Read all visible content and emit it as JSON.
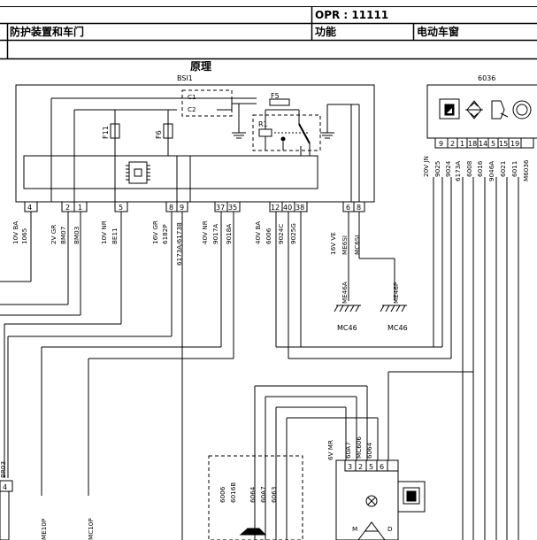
{
  "header": {
    "opr_label": "OPR : 11111",
    "section": "防护装置和车门",
    "category": "功能",
    "function_name": "电动车窗"
  },
  "diagram": {
    "title": "原理",
    "main_module": "BSI1",
    "right_module": "6036",
    "fuses": [
      "F11",
      "F6",
      "F5"
    ],
    "relay": "R1",
    "relay_contacts": [
      "C1",
      "C2"
    ],
    "grounds": [
      {
        "code": "ME46A",
        "label": "MC46"
      },
      {
        "code": "ME46P",
        "label": "MC46"
      }
    ],
    "bsi_pins": [
      {
        "pin": "4",
        "wire": "1065",
        "conn": "10V BA"
      },
      {
        "pin": "2",
        "wire": "BM07",
        "conn": "2V GR"
      },
      {
        "pin": "1",
        "wire": "BM03",
        "conn": ""
      },
      {
        "pin": "5",
        "wire": "BE11",
        "conn": "10V NR"
      },
      {
        "pin": "8",
        "wire": "6182P",
        "conn": "16V GR"
      },
      {
        "pin": "9",
        "wire": "6173A/6173B",
        "conn": ""
      },
      {
        "pin": "37",
        "wire": "9017A",
        "conn": "40V NR"
      },
      {
        "pin": "35",
        "wire": "9018A",
        "conn": ""
      },
      {
        "pin": "12",
        "wire": "6006",
        "conn": "40V BA"
      },
      {
        "pin": "40",
        "wire": "9024C",
        "conn": ""
      },
      {
        "pin": "38",
        "wire": "9025G",
        "conn": ""
      },
      {
        "pin": "6",
        "wire": "ME6SI",
        "conn": "16V VE"
      },
      {
        "pin": "8",
        "wire": "MC6SI",
        "conn": ""
      }
    ],
    "right_pins": [
      {
        "pin": "9",
        "wire": "9025"
      },
      {
        "pin": "2",
        "wire": "9024"
      },
      {
        "pin": "1",
        "wire": "6173A"
      },
      {
        "pin": "18",
        "wire": "6008"
      },
      {
        "pin": "14",
        "wire": "6016"
      },
      {
        "pin": "5",
        "wire": "9046A"
      },
      {
        "pin": "15",
        "wire": "6021"
      },
      {
        "pin": "19",
        "wire": "6011"
      },
      {
        "pin": "",
        "wire": "M6036"
      }
    ],
    "right_conn": "20V JN",
    "bottom_left_wires": [
      "6006",
      "6016B",
      "6064",
      "60A7",
      "6063"
    ],
    "motor_conn": "6V MR",
    "motor_pins": [
      {
        "pin": "3",
        "wire": "60A7"
      },
      {
        "pin": "2",
        "wire": "MC606"
      },
      {
        "pin": "5",
        "wire": "6064"
      },
      {
        "pin": "6",
        "wire": ""
      }
    ],
    "left_bottom": {
      "pin": "4",
      "wires": [
        "ME10P",
        "MC10P"
      ],
      "partial": "BR03"
    },
    "motor_letters": [
      "M",
      "D"
    ]
  }
}
